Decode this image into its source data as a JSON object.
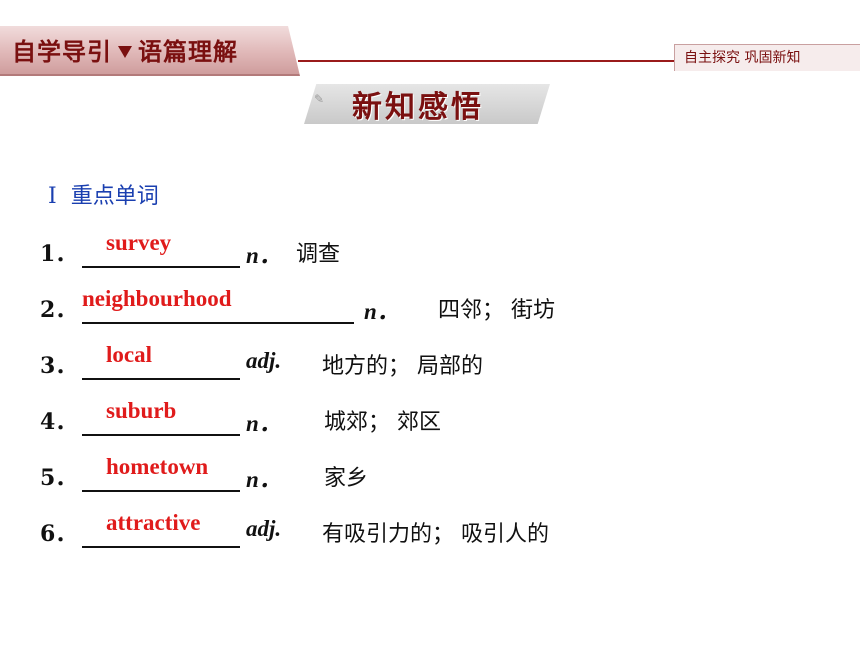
{
  "header": {
    "left_title_a": "自学导引",
    "left_title_b": "语篇理解",
    "right_title": "自主探究 巩固新知"
  },
  "banner": {
    "title": "新知感悟"
  },
  "section": {
    "roman": "Ⅰ",
    "title": "重点单词"
  },
  "vocab": [
    {
      "num": "1．",
      "answer": "survey",
      "pos": "n．",
      "meaning": "调查"
    },
    {
      "num": "2．",
      "answer": "neighbourhood",
      "pos": "n．",
      "meaning": "四邻； 街坊"
    },
    {
      "num": "3．",
      "answer": "local",
      "pos": "adj.",
      "meaning": "地方的； 局部的"
    },
    {
      "num": "4．",
      "answer": "suburb",
      "pos": "n．",
      "meaning": "城郊； 郊区"
    },
    {
      "num": "5．",
      "answer": "hometown",
      "pos": "n．",
      "meaning": "家乡"
    },
    {
      "num": "6．",
      "answer": "attractive",
      "pos": "adj.",
      "meaning": "有吸引力的； 吸引人的"
    }
  ],
  "colors": {
    "header_red": "#7a1010",
    "answer_red": "#e01b1b",
    "heading_blue": "#1a3fb0"
  }
}
